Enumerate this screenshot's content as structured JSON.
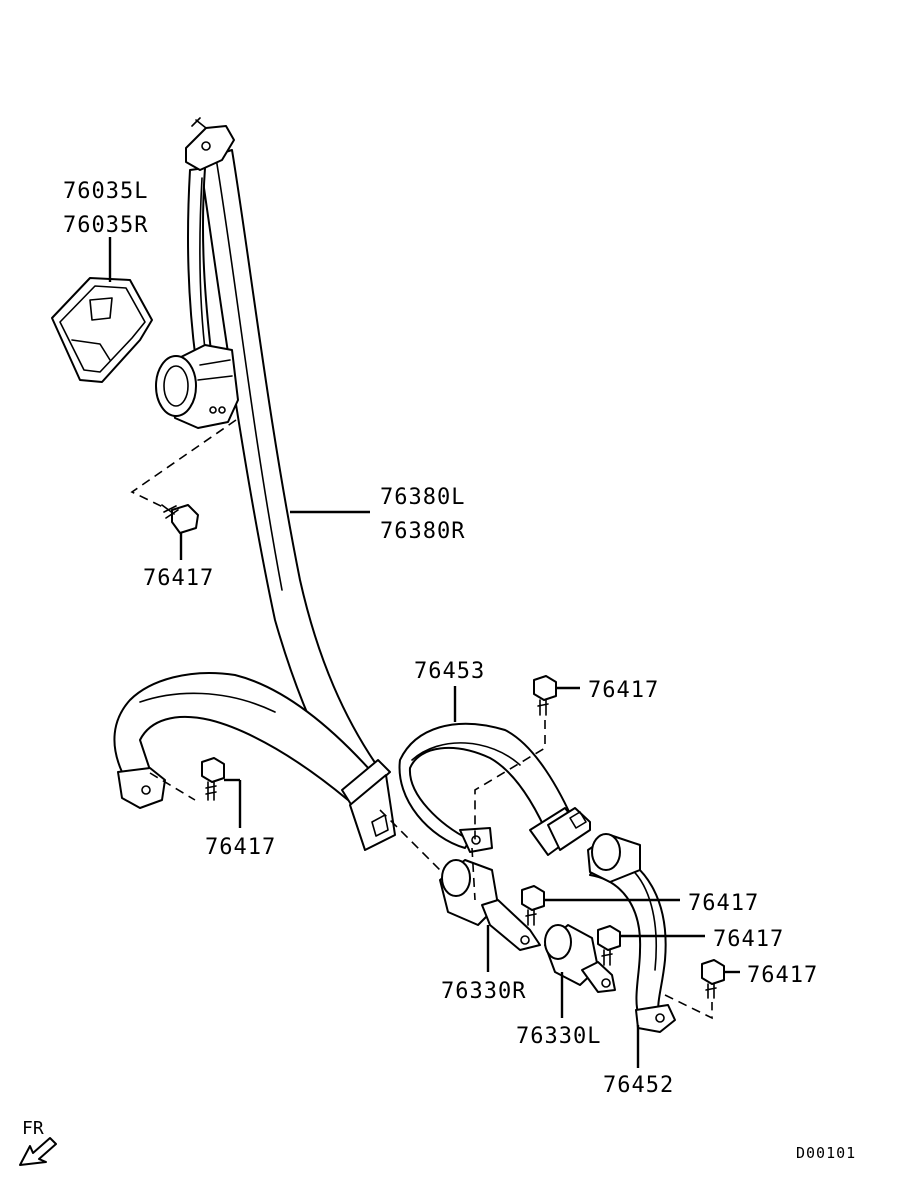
{
  "labels": {
    "retractor_cover_l": "76035L",
    "retractor_cover_r": "76035R",
    "outer_belt_l": "76380L",
    "outer_belt_r": "76380R",
    "bolt_retractor": "76417",
    "bolt_outer_anchor": "76417",
    "center_belt": "76453",
    "bolt_center_top": "76417",
    "bolt_buckle_1": "76417",
    "bolt_buckle_2": "76417",
    "bolt_right_anchor": "76417",
    "buckle_r": "76330R",
    "buckle_l": "76330L",
    "inner_belt": "76452"
  },
  "direction_marker": "FR",
  "drawing_code": "D00101"
}
